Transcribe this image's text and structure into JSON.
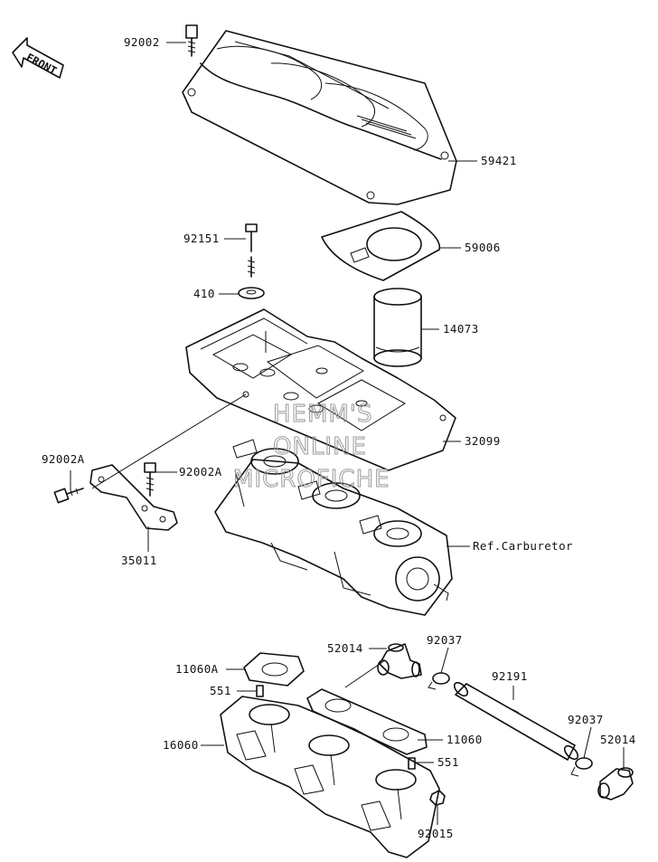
{
  "front_label": "FRONT",
  "watermark": [
    "HEMM'S",
    "ONLINE",
    "MICROFICHE"
  ],
  "parts": [
    {
      "id": "92002-top",
      "label": "92002"
    },
    {
      "id": "59421",
      "label": "59421"
    },
    {
      "id": "92151",
      "label": "92151"
    },
    {
      "id": "59006",
      "label": "59006"
    },
    {
      "id": "410",
      "label": "410"
    },
    {
      "id": "14073",
      "label": "14073"
    },
    {
      "id": "32099",
      "label": "32099"
    },
    {
      "id": "92002A-left",
      "label": "92002A"
    },
    {
      "id": "92002A-mid",
      "label": "92002A"
    },
    {
      "id": "35011",
      "label": "35011"
    },
    {
      "id": "ref-carburetor",
      "label": "Ref.Carburetor"
    },
    {
      "id": "52014-top",
      "label": "52014"
    },
    {
      "id": "92037-top",
      "label": "92037"
    },
    {
      "id": "11060A",
      "label": "11060A"
    },
    {
      "id": "92191",
      "label": "92191"
    },
    {
      "id": "551-top",
      "label": "551"
    },
    {
      "id": "16060",
      "label": "16060"
    },
    {
      "id": "11060",
      "label": "11060"
    },
    {
      "id": "92037-bottom",
      "label": "92037"
    },
    {
      "id": "52014-bottom",
      "label": "52014"
    },
    {
      "id": "551-bottom",
      "label": "551"
    },
    {
      "id": "92015",
      "label": "92015"
    }
  ]
}
